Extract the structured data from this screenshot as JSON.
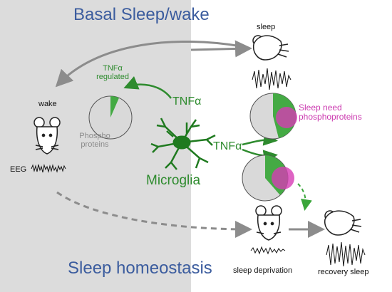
{
  "titles": {
    "top": "Basal Sleep/wake",
    "bottom": "Sleep homeostasis"
  },
  "labels": {
    "sleep": "sleep",
    "wake": "wake",
    "eeg": "EEG",
    "tnfa_regulated_line1": "TNFα",
    "tnfa_regulated_line2": "regulated",
    "phospho_line1": "Phospho",
    "phospho_line2": "proteins",
    "tnfa_top": "TNFα",
    "tnfa_right": "TNFα",
    "microglia": "Microglia",
    "sleep_need_line1": "Sleep need",
    "sleep_need_line2": "phosphoproteins",
    "sleep_deprivation": "sleep deprivation",
    "recovery_sleep": "recovery sleep"
  },
  "colors": {
    "panel_gray": "#dcdcdc",
    "title_blue": "#3b5c9e",
    "green": "#2e8b2e",
    "magenta": "#d63cb4",
    "pie_gray": "#d9d9d9",
    "arrow_gray": "#8c8c8c"
  }
}
